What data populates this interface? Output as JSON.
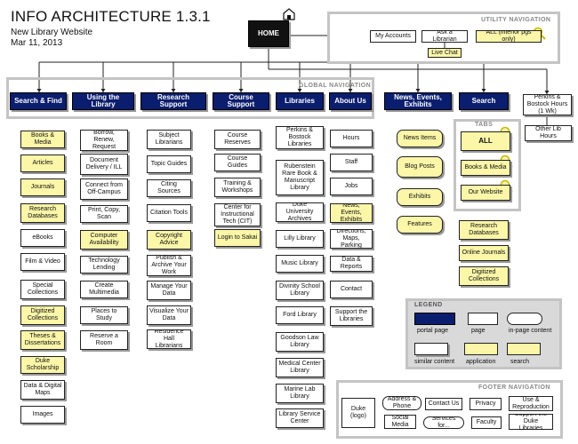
{
  "header": {
    "title": "INFO ARCHITECTURE 1.3.1",
    "subtitle": "New Library Website",
    "date": "Mar 11, 2013"
  },
  "home": {
    "label": "HOME"
  },
  "utility": {
    "label": "UTILITY NAVIGATION",
    "items": [
      "My Accounts",
      "Ask a Librarian",
      "ALL (interior pgs only)",
      "Live Chat"
    ]
  },
  "global": {
    "label": "GLOBAL NAVIGATION"
  },
  "portals": [
    "Search & Find",
    "Using the Library",
    "Research Support",
    "Course Support",
    "Libraries",
    "About Us",
    "News, Events, Exhibits",
    "Search"
  ],
  "hours": {
    "label": "Perkins & Bostock Hours (1 Wk)",
    "other": "Other Lib Hours"
  },
  "columns": {
    "search_find": [
      "Books & Media",
      "Articles",
      "Journals",
      "Research Databases",
      "eBooks",
      "Film & Video",
      "Special Collections",
      "Digitized Collections",
      "Theses & Dissertations",
      "Duke Scholarship",
      "Data & Digital Maps",
      "Images"
    ],
    "using": [
      "Borrow, Renew, Request",
      "Document Delivery / ILL",
      "Connect from Off-Campus",
      "Print, Copy, Scan",
      "Computer Availability",
      "Technology Lending",
      "Create Multimedia",
      "Places to Study",
      "Reserve a Room"
    ],
    "research": [
      "Subject Librarians",
      "Topic Guides",
      "Citing Sources",
      "Citation Tools",
      "Copyright Advice",
      "Publish & Archive Your Work",
      "Manage Your Data",
      "Visualize Your Data",
      "Residence Hall Librarians"
    ],
    "course": [
      "Course Reserves",
      "Course Guides",
      "Training & Workshops",
      "Center for Instructional Tech (CIT)",
      "Login to Sakai"
    ],
    "libraries": [
      "Perkins & Bostock Libraries",
      "Rubenstein Rare Book & Manuscript Library",
      "Duke University Archives",
      "Lilly Library",
      "Music Library",
      "Divinity School Library",
      "Ford Library",
      "Goodson Law Library",
      "Medical Center Library",
      "Marine Lab Library",
      "Library Service Center"
    ],
    "about": [
      "Hours",
      "Staff",
      "Jobs",
      "News, Events, Exhibits",
      "Directions, Maps, Parking",
      "Data & Reports",
      "Contact",
      "Support the Libraries"
    ],
    "news": [
      "News Items",
      "Blog Posts",
      "Exhibits",
      "Features"
    ],
    "search_more": [
      "Research Databases",
      "Online Journals",
      "Digitized Collections"
    ]
  },
  "tabs": {
    "label": "TABS",
    "items": [
      "ALL",
      "Books & Media",
      "Our Website"
    ]
  },
  "legend": {
    "label": "LEGEND",
    "items": [
      "portal page",
      "page",
      "in-page content",
      "similar content",
      "application",
      "search"
    ]
  },
  "footer": {
    "label": "FOOTER NAVIGATION",
    "duke": "Duke (logo)",
    "items": [
      "Address & Phone",
      "Contact Us",
      "Privacy",
      "Use & Reproduction",
      "Social Media",
      "Services for...",
      "Faculty",
      "Support the Duke Libraries"
    ]
  },
  "colors": {
    "portal": "#0b1d6e",
    "application": "#fbf6a8",
    "panel_border": "#c4c4c4",
    "legend_fill": "#d9d9d9"
  }
}
